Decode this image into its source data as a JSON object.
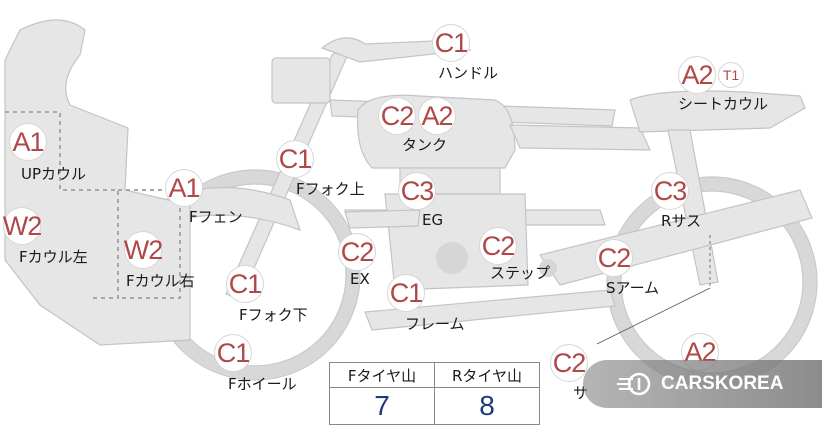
{
  "markers": [
    {
      "id": "c1-handle",
      "code": "C1",
      "label": "ハンドル"
    },
    {
      "id": "a2-seat",
      "code": "A2",
      "sub": "T1",
      "label": "シートカウル"
    },
    {
      "id": "c2-tank",
      "code": "C2"
    },
    {
      "id": "a2-tank",
      "code": "A2",
      "label": "タンク"
    },
    {
      "id": "a1-upcowl",
      "code": "A1",
      "label": "UPカウル"
    },
    {
      "id": "c1-fork-upper",
      "code": "C1",
      "label": "Fフォク上"
    },
    {
      "id": "c3-eg",
      "code": "C3",
      "label": "EG"
    },
    {
      "id": "c3-rsus",
      "code": "C3",
      "label": "Rサス"
    },
    {
      "id": "a1-ffender",
      "code": "A1",
      "label": "Fフェン"
    },
    {
      "id": "w2-cowl-left",
      "code": "W2",
      "label": "Fカウル左"
    },
    {
      "id": "w2-cowl-right",
      "code": "W2",
      "label": "Fカウル右"
    },
    {
      "id": "c2-ex",
      "code": "C2",
      "label": "EX"
    },
    {
      "id": "c2-step",
      "code": "C2",
      "label": "ステップ"
    },
    {
      "id": "c2-sarm",
      "code": "C2",
      "label": "Sアーム"
    },
    {
      "id": "c1-fork-lower",
      "code": "C1",
      "label": "Fフォク下"
    },
    {
      "id": "c1-frame",
      "code": "C1",
      "label": "フレーム"
    },
    {
      "id": "c1-fwheel",
      "code": "C1",
      "label": "Fホイール"
    },
    {
      "id": "c2-rear",
      "code": "C2",
      "label": "サ"
    },
    {
      "id": "a2-rwheel",
      "code": "A2"
    }
  ],
  "tread_table": {
    "headers": [
      "Fタイヤ山",
      "Rタイヤ山"
    ],
    "values": [
      "7",
      "8"
    ]
  },
  "watermark": {
    "text": "CARSKOREA"
  },
  "colors": {
    "code_red": "#b04848",
    "value_blue": "#1f3a7a",
    "body_gray": "#e6e6e6",
    "outline_gray": "#c8c8c8"
  }
}
